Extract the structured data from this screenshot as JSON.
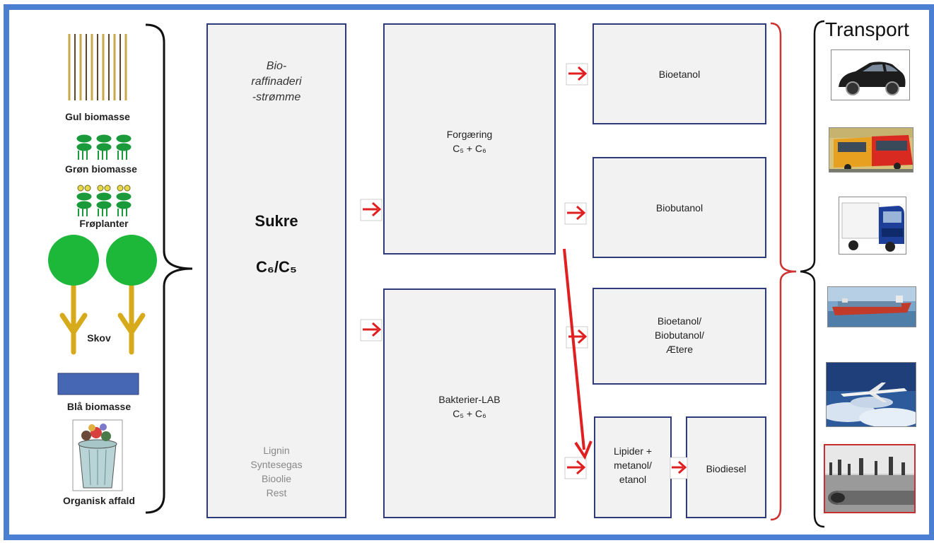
{
  "sources": {
    "items": [
      {
        "label": "Gul biomasse",
        "icon": "yellow-biomass-stalks-icon"
      },
      {
        "label": "Grøn biomasse",
        "icon": "green-biomass-plants-icon"
      },
      {
        "label": "Frøplanter",
        "icon": "seed-plants-icon"
      },
      {
        "label": "Skov",
        "icon": "forest-trees-icon"
      },
      {
        "label": "Blå biomasse",
        "icon": "blue-biomass-rectangle-icon"
      },
      {
        "label": "Organisk affald",
        "icon": "waste-bin-icon"
      }
    ]
  },
  "refinery": {
    "title": "Bio-\nraffinaderi\n-strømme",
    "main": "Sukre",
    "formula": "C₆/C₅",
    "others": "Lignin\nSyntesegas\nBioolie\nRest"
  },
  "processes": [
    {
      "text": "Forgæring\nC₅ + C₆"
    },
    {
      "text": "Bakterier-LAB\nC₅ + C₆"
    }
  ],
  "products": [
    {
      "text": "Bioetanol"
    },
    {
      "text": "Biobutanol"
    },
    {
      "text": "Bioetanol/\nBiobutanol/\nÆtere"
    },
    {
      "text": "Lipider +\nmetanol/\netanol"
    },
    {
      "text": "Biodiesel"
    }
  ],
  "transport": {
    "title": "Transport",
    "items": [
      "car-photo",
      "bus-photo",
      "truck-photo",
      "container-ship-photo",
      "airplane-photo",
      "pipeline-photo"
    ]
  },
  "colors": {
    "frame": "#4a7fd1",
    "box_border": "#2f3a78",
    "arrow": "#e02020",
    "brace_red": "#cc3333"
  }
}
